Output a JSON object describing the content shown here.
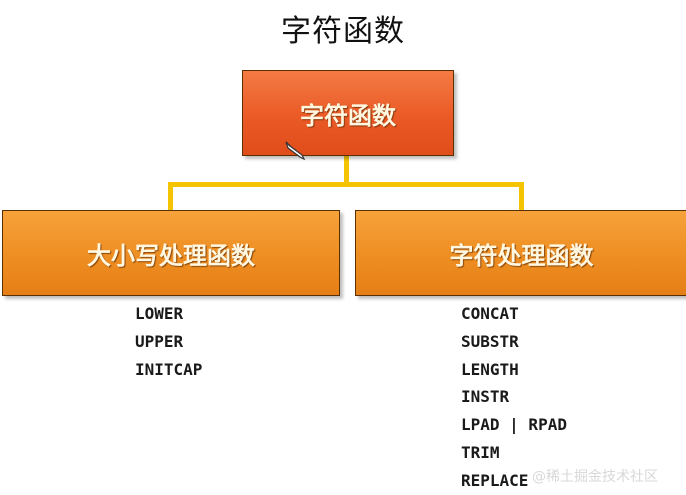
{
  "title": "字符函数",
  "root": {
    "label": "字符函数"
  },
  "left": {
    "label": "大小写处理函数",
    "functions": [
      "LOWER",
      "UPPER",
      "INITCAP"
    ]
  },
  "right": {
    "label": "字符处理函数",
    "functions": [
      "CONCAT",
      "SUBSTR",
      "LENGTH",
      "INSTR",
      "LPAD | RPAD",
      "TRIM",
      "REPLACE"
    ]
  },
  "watermark": "@稀土掘金技术社区",
  "colors": {
    "root_box": "#ea5a26",
    "child_box": "#ee8e22",
    "connector": "#f5c400"
  }
}
